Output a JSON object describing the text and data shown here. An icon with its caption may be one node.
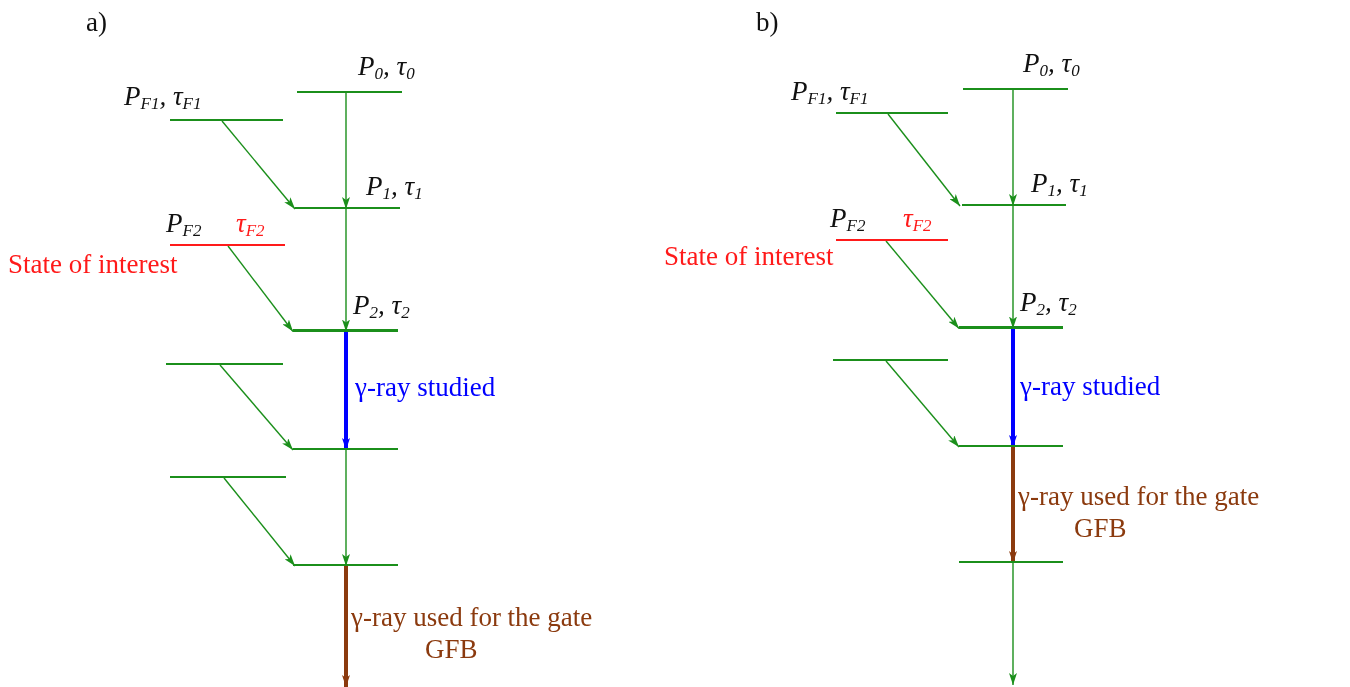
{
  "diagram": {
    "nodes": [
      {
        "text": [
          "P$_{0}$, τ$_{0}$"
        ]
      },
      {
        "text": [
          "P$_{F1}$, τ$_{F1}$"
        ]
      },
      {
        "text": [
          "P$_{1}$, τ$_{1}$"
        ]
      },
      {
        "text": [
          "P$_{F2}$",
          "τ$_{F2}$"
        ],
        "beside": [
          "State of interest"
        ]
      },
      {
        "text": [
          "P$_{2}$, τ$_{2}$"
        ]
      },
      {
        "text": [],
        "shape": "bar"
      },
      {
        "text": [],
        "shape": "bar"
      },
      {
        "text": [],
        "shape": "bar"
      },
      {
        "text": [],
        "shape": "bar"
      },
      {
        "text": [
          "P$_{0}$, τ$_{0}$"
        ]
      },
      {
        "text": [
          "P$_{F1}$, τ$_{F1}$"
        ]
      },
      {
        "text": [
          "P$_{1}$, τ$_{1}$"
        ]
      },
      {
        "text": [
          "P$_{F2}$",
          "τ$_{F2}$"
        ],
        "beside": [
          "State of interest"
        ]
      },
      {
        "text": [
          "P$_{2}$, τ$_{2}$"
        ]
      },
      {
        "text": [],
        "shape": "bar"
      },
      {
        "text": [],
        "shape": "bar"
      },
      {
        "text": [],
        "shape": "bar"
      }
    ],
    "edges": [
      {
        "from": 0,
        "to": 2,
        "arrow": "to"
      },
      {
        "from": 1,
        "to": 2,
        "arrow": "to"
      },
      {
        "from": 2,
        "to": 4,
        "arrow": "to"
      },
      {
        "from": 3,
        "to": 4,
        "arrow": "to"
      },
      {
        "from": 4,
        "to": 6,
        "arrow": "to",
        "label": "γ-ray studied",
        "style": "thick",
        "color": "#0000ff"
      },
      {
        "from": 5,
        "to": 6,
        "arrow": "to"
      },
      {
        "from": 6,
        "to": 8,
        "arrow": "to"
      },
      {
        "from": 7,
        "to": 8,
        "arrow": "to"
      },
      {
        "from": 8,
        "to": null,
        "arrow": "to",
        "label": "γ-ray used for the gate GFB",
        "style": "thick",
        "color": "#8b3a0e"
      },
      {
        "from": 9,
        "to": 11,
        "arrow": "to"
      },
      {
        "from": 10,
        "to": 11,
        "arrow": "to"
      },
      {
        "from": 11,
        "to": 13,
        "arrow": "to"
      },
      {
        "from": 12,
        "to": 13,
        "arrow": "to"
      },
      {
        "from": 13,
        "to": 15,
        "arrow": "to",
        "label": "γ-ray studied",
        "style": "thick",
        "color": "#0000ff"
      },
      {
        "from": 14,
        "to": 15,
        "arrow": "to"
      },
      {
        "from": 15,
        "to": 16,
        "arrow": "to",
        "label": "γ-ray used for the gate GFB",
        "style": "thick",
        "color": "#8b3a0e"
      },
      {
        "from": 16,
        "to": null,
        "arrow": "to"
      }
    ],
    "labels": [
      "a)",
      "b)"
    ]
  }
}
